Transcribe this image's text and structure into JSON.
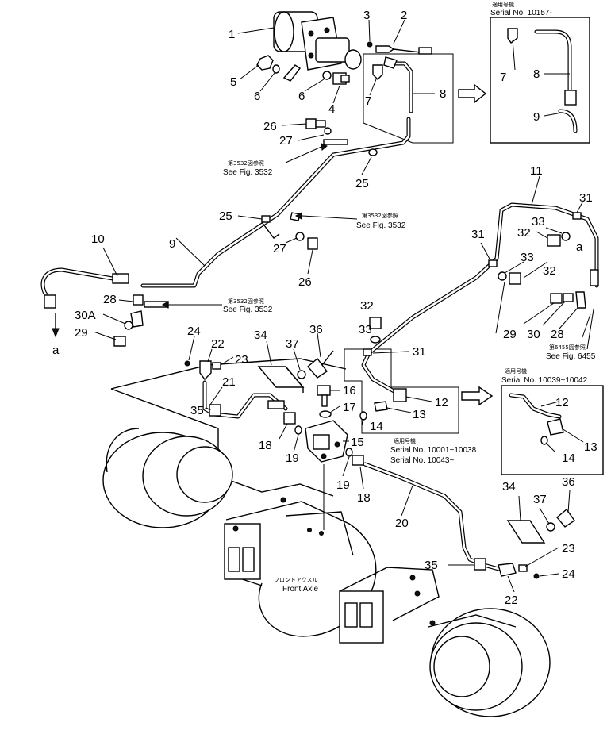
{
  "callouts": {
    "n1": "1",
    "n2": "2",
    "n3": "3",
    "n4": "4",
    "n5": "5",
    "n6a": "6",
    "n6b": "6",
    "n7a": "7",
    "n7b": "7",
    "n8a": "8",
    "n8b": "8",
    "n9a": "9",
    "n9b": "9",
    "n10": "10",
    "n11": "11",
    "n12a": "12",
    "n12b": "12",
    "n13a": "13",
    "n13b": "13",
    "n14a": "14",
    "n14b": "14",
    "n15": "15",
    "n16": "16",
    "n17": "17",
    "n18a": "18",
    "n18b": "18",
    "n19a": "19",
    "n19b": "19",
    "n20": "20",
    "n21": "21",
    "n22a": "22",
    "n22b": "22",
    "n23a": "23",
    "n23b": "23",
    "n24a": "24",
    "n24b": "24",
    "n25a": "25",
    "n25b": "25",
    "n26a": "26",
    "n26b": "26",
    "n27a": "27",
    "n27b": "27",
    "n28a": "28",
    "n28b": "28",
    "n29a": "29",
    "n29b": "29",
    "n30": "30",
    "n30A": "30A",
    "n31a": "31",
    "n31b": "31",
    "n31c": "31",
    "n32a": "32",
    "n32b": "32",
    "n32c": "32",
    "n33a": "33",
    "n33b": "33",
    "n33c": "33",
    "n34a": "34",
    "n34b": "34",
    "n35a": "35",
    "n35b": "35",
    "n36a": "36",
    "n36b": "36",
    "n37a": "37",
    "n37b": "37",
    "a1": "a",
    "a2": "a"
  },
  "references": {
    "see1_jp": "第3532図参照",
    "see1": "See Fig. 3532",
    "see2_jp": "第3532図参照",
    "see2": "See Fig. 3532",
    "see3_jp": "第3532図参照",
    "see3": "See Fig. 3532",
    "see4_jp": "第6455図参照",
    "see4": "See Fig. 6455"
  },
  "serials": {
    "top_jp": "適用号機",
    "top": "Serial No. 10157-",
    "right_jp": "適用号機",
    "right": "Serial No. 10039~10042",
    "mid_jp": "適用号機",
    "mid1": "Serial No. 10001~10038",
    "mid2": "Serial No. 10043~"
  },
  "axle": {
    "label_jp": "フロントアクスル",
    "label": "Front Axle"
  }
}
